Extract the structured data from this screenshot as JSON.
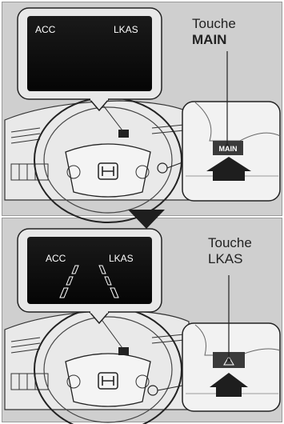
{
  "top_panel": {
    "display": {
      "left_text": "ACC",
      "right_text": "LKAS"
    },
    "label": {
      "line1": "Touche",
      "line2": "MAIN"
    },
    "button_text": "MAIN"
  },
  "bottom_panel": {
    "display": {
      "left_text": "ACC",
      "right_text": "LKAS"
    },
    "label": {
      "line1": "Touche",
      "line2": "LKAS"
    }
  },
  "colors": {
    "panel_bg": "#cfcfcf",
    "screen_bg": "#111111",
    "outline": "#222222",
    "arrow": "#1e1e1e"
  }
}
